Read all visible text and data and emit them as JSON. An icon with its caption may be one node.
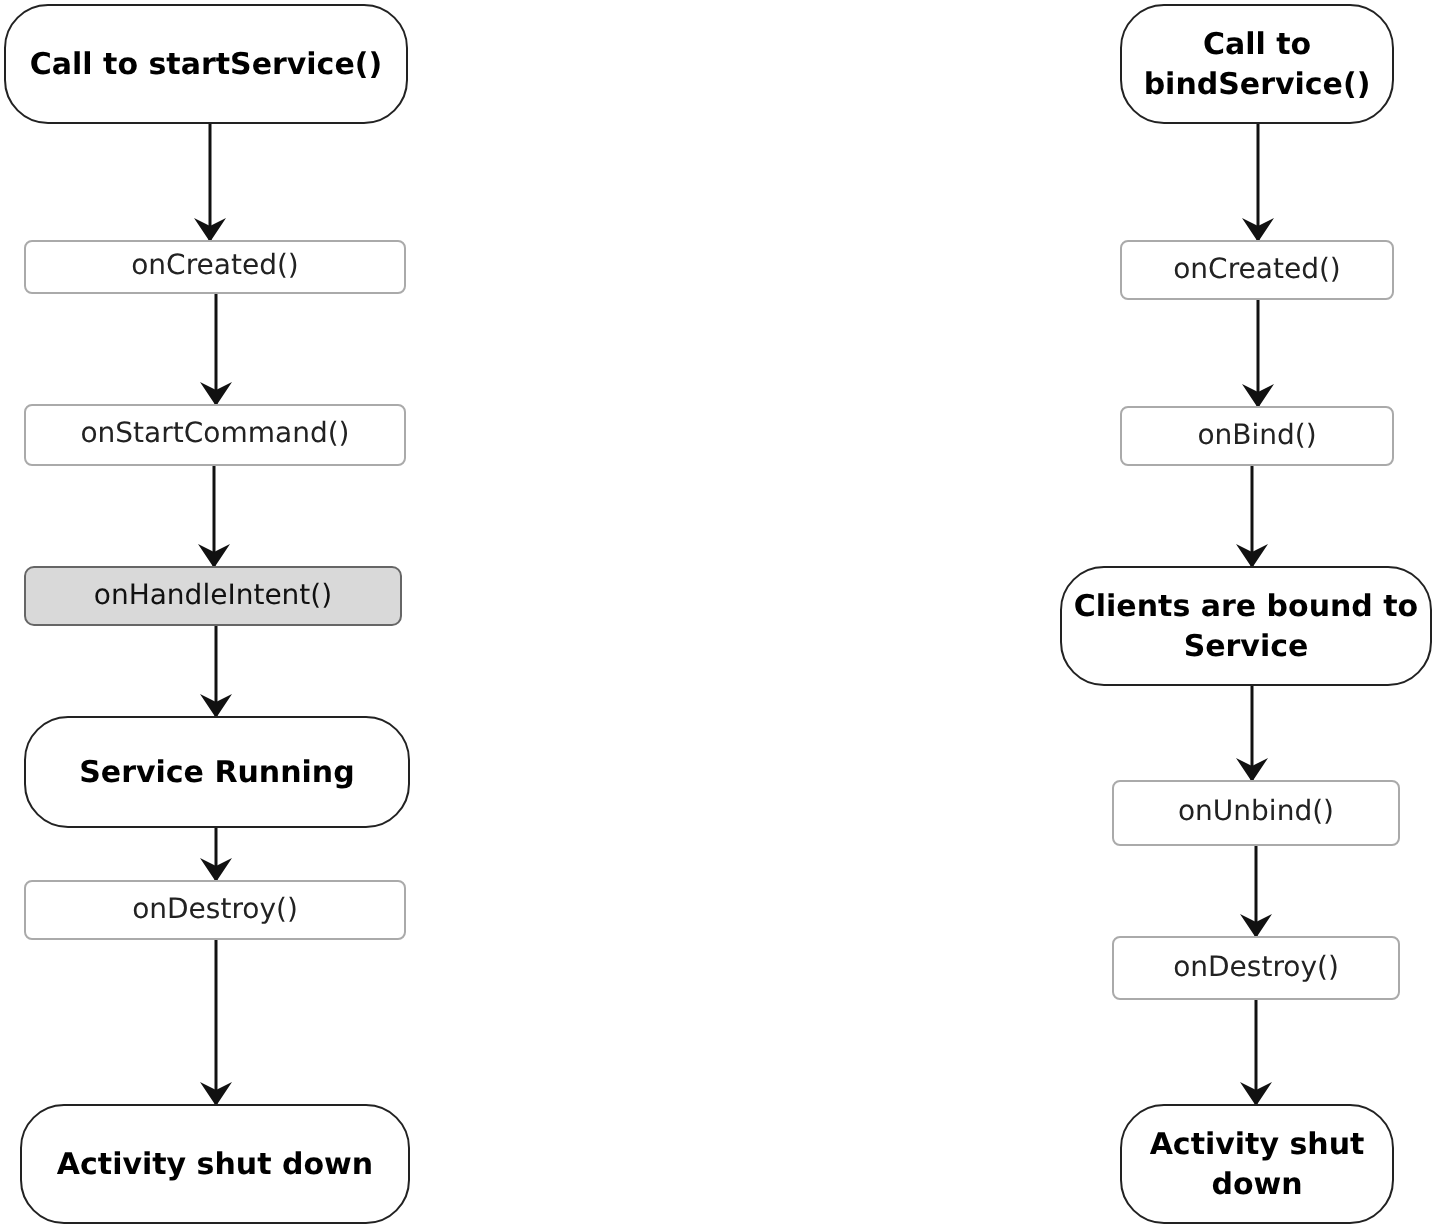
{
  "diagram": {
    "nodes": [
      {
        "text": [
          "Call to startService()"
        ]
      },
      {
        "text": [
          "onCreated()"
        ]
      },
      {
        "text": [
          "onStartCommand()"
        ]
      },
      {
        "text": [
          "onHandleIntent()"
        ]
      },
      {
        "text": [
          "Service Running"
        ]
      },
      {
        "text": [
          "onDestroy()"
        ]
      },
      {
        "text": [
          "Activity shut down"
        ]
      },
      {
        "text": [
          "Call to bindService()"
        ]
      },
      {
        "text": [
          "onCreated()"
        ]
      },
      {
        "text": [
          "onBind()"
        ]
      },
      {
        "text": [
          "Clients are bound to Service"
        ]
      },
      {
        "text": [
          "onUnbind()"
        ]
      },
      {
        "text": [
          "onDestroy()"
        ]
      },
      {
        "text": [
          "Activity shut down"
        ]
      }
    ],
    "edges": [
      {
        "from": 0,
        "to": 1,
        "arrow": "to"
      },
      {
        "from": 1,
        "to": 2,
        "arrow": "to"
      },
      {
        "from": 2,
        "to": 3,
        "arrow": "to"
      },
      {
        "from": 3,
        "to": 4,
        "arrow": "to"
      },
      {
        "from": 4,
        "to": 5,
        "arrow": "to"
      },
      {
        "from": 5,
        "to": 6,
        "arrow": "to"
      },
      {
        "from": 7,
        "to": 8,
        "arrow": "to"
      },
      {
        "from": 8,
        "to": 9,
        "arrow": "to"
      },
      {
        "from": 9,
        "to": 10,
        "arrow": "to"
      },
      {
        "from": 10,
        "to": 11,
        "arrow": "to"
      },
      {
        "from": 11,
        "to": 12,
        "arrow": "to"
      },
      {
        "from": 12,
        "to": 13,
        "arrow": "to"
      }
    ]
  }
}
